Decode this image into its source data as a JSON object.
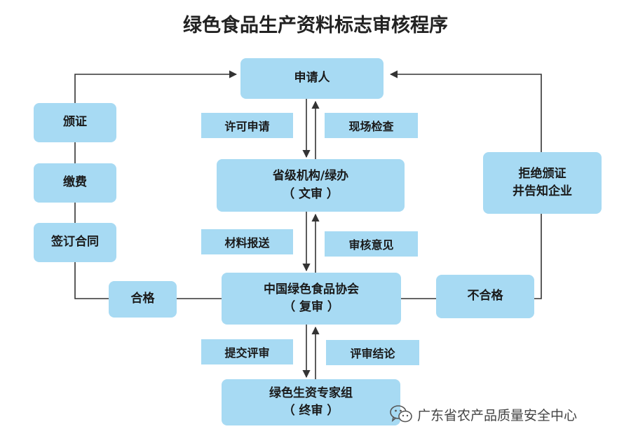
{
  "title": "绿色食品生产资料标志审核程序",
  "nodes": {
    "applicant": "申请人",
    "certify": "颁证",
    "fee": "缴费",
    "contract": "签订合同",
    "provincial": {
      "line1": "省级机构/绿办",
      "line2": "（ 文审 ）"
    },
    "reject": {
      "line1": "拒绝颁证",
      "line2": "井告知企业"
    },
    "association": {
      "line1": "中国绿色食品协会",
      "line2": "（ 复审 ）"
    },
    "pass": "合格",
    "fail": "不合格",
    "expert": {
      "line1": "绿色生资专家组",
      "line2": "（ 终审 ）"
    }
  },
  "edge_labels": {
    "permit_apply": "许可申请",
    "site_inspection": "现场检查",
    "material_submit": "材料报送",
    "review_opinion": "审核意见",
    "submit_review": "提交评审",
    "review_conclusion": "评审结论"
  },
  "watermark": {
    "text": "广东省农产品质量安全中心",
    "icon": "wechat-icon"
  },
  "colors": {
    "box_fill": "#a7daf3",
    "line": "#333333",
    "text": "#1a1a1a"
  }
}
